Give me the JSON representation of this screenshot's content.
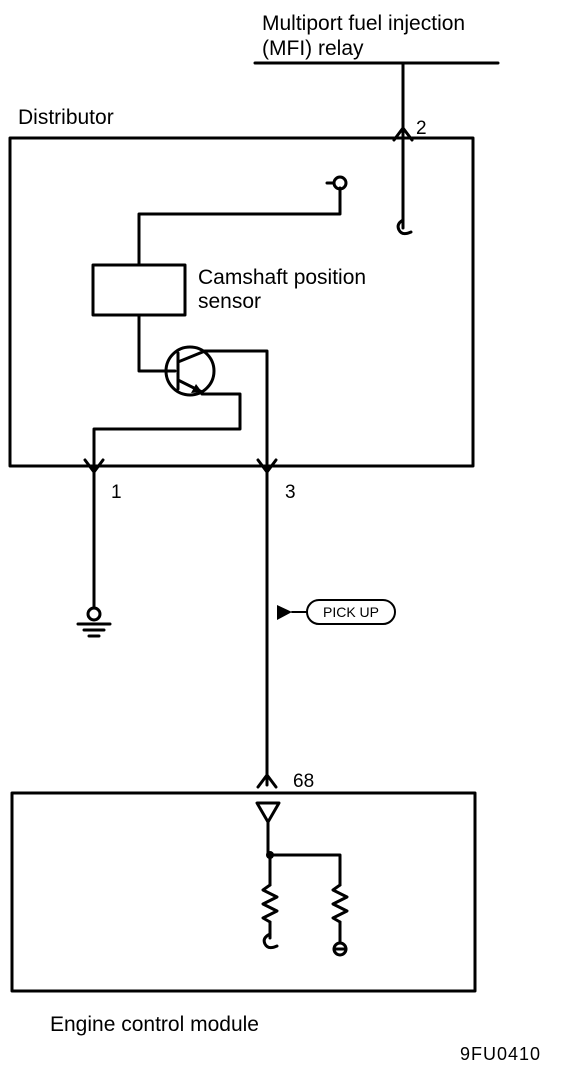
{
  "labels": {
    "mfi_relay_line1": "Multiport fuel injection",
    "mfi_relay_line2": "(MFI) relay",
    "distributor": "Distributor",
    "camshaft_line1": "Camshaft position",
    "camshaft_line2": "sensor",
    "pick_up": "PICK UP",
    "ecm": "Engine control module",
    "figure_code": "9FU0410"
  },
  "pins": {
    "relay_pin": "2",
    "ground_pin": "1",
    "signal_pin": "3",
    "ecm_pin": "68"
  }
}
